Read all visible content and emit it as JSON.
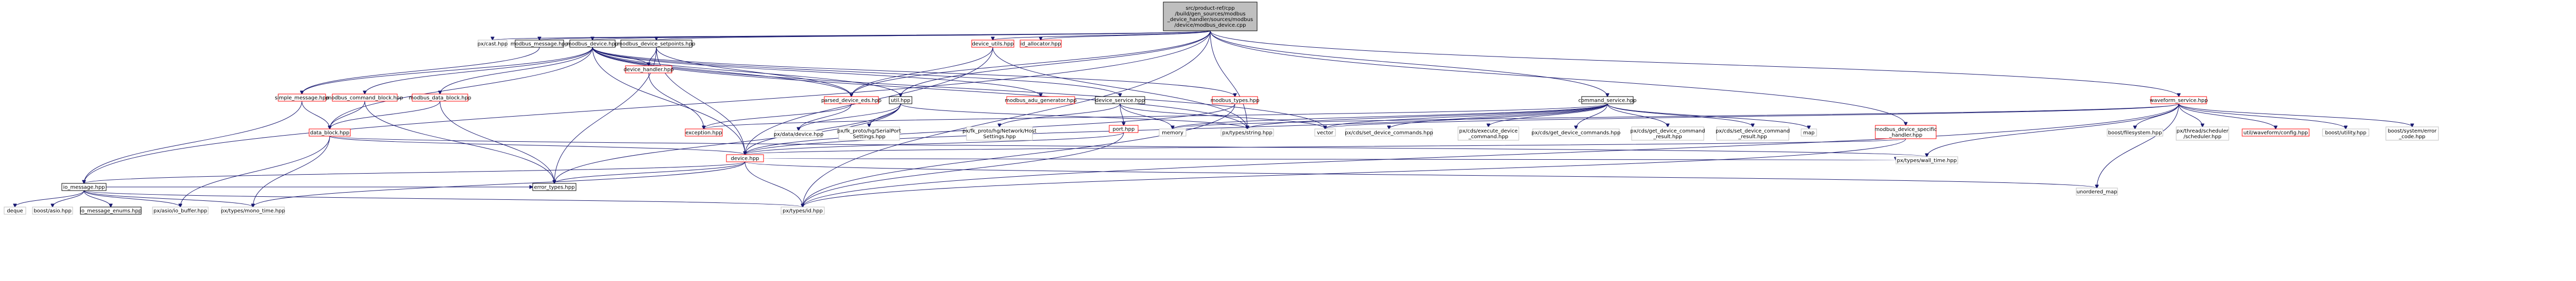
{
  "root": {
    "lines": [
      "src/product-ref/cpp",
      "/build/gen_sources/modbus",
      "_device_handler/sources/modbus",
      "/device/modbus_device.cpp"
    ]
  },
  "nodes": [
    {
      "id": "pxcast",
      "label": "px/cast.hpp",
      "kind": "plain"
    },
    {
      "id": "modbus_message",
      "label": "modbus_message.hpp",
      "kind": "doc"
    },
    {
      "id": "modbus_device",
      "label": "modbus_device.hpp",
      "kind": "doc"
    },
    {
      "id": "modbus_device_setpoints",
      "label": "modbus_device_setpoints.hpp",
      "kind": "doc"
    },
    {
      "id": "device_utils",
      "label": "device_utils.hpp",
      "kind": "ext"
    },
    {
      "id": "id_allocator",
      "label": "id_allocator.hpp",
      "kind": "ext"
    },
    {
      "id": "command_service",
      "label": "command_service.hpp",
      "kind": "doc"
    },
    {
      "id": "waveform_service",
      "label": "waveform_service.hpp",
      "kind": "ext"
    },
    {
      "id": "simple_message",
      "label": "simple_message.hpp",
      "kind": "ext"
    },
    {
      "id": "modbus_command_block",
      "label": "modbus_command_block.hpp",
      "kind": "ext"
    },
    {
      "id": "modbus_data_block",
      "label": "modbus_data_block.hpp",
      "kind": "ext"
    },
    {
      "id": "device_handler",
      "label": "device_handler.hpp",
      "kind": "ext"
    },
    {
      "id": "parsed_device_eds",
      "label": "parsed_device_eds.hpp",
      "kind": "ext"
    },
    {
      "id": "util",
      "label": "util.hpp",
      "kind": "doc"
    },
    {
      "id": "modbus_adu_generator",
      "label": "modbus_adu_generator.hpp",
      "kind": "ext"
    },
    {
      "id": "device_service",
      "label": "device_service.hpp",
      "kind": "doc"
    },
    {
      "id": "modbus_types",
      "label": "modbus_types.hpp",
      "kind": "ext"
    },
    {
      "id": "data_block",
      "label": "data_block.hpp",
      "kind": "ext"
    },
    {
      "id": "exception",
      "label": "exception.hpp",
      "kind": "ext"
    },
    {
      "id": "pxdatadevice",
      "label": "px/data/device.hpp",
      "kind": "plain"
    },
    {
      "id": "pxfk_serialport",
      "label": [
        "px/fk_proto/hg/SerialPort",
        "Settings.hpp"
      ],
      "kind": "plain"
    },
    {
      "id": "pxfk_network",
      "label": [
        "px/fk_proto/hg/Network/Host",
        "Settings.hpp"
      ],
      "kind": "plain"
    },
    {
      "id": "port",
      "label": "port.hpp",
      "kind": "ext"
    },
    {
      "id": "memory",
      "label": "memory",
      "kind": "plain"
    },
    {
      "id": "pxtypesstring",
      "label": "px/types/string.hpp",
      "kind": "plain"
    },
    {
      "id": "vector",
      "label": "vector",
      "kind": "plain"
    },
    {
      "id": "pxcds_set_device",
      "label": "px/cds/set_device_commands.hpp",
      "kind": "plain"
    },
    {
      "id": "pxcds_execute",
      "label": [
        "px/cds/execute_device",
        "_command.hpp"
      ],
      "kind": "plain"
    },
    {
      "id": "pxcds_get_device",
      "label": "px/cds/get_device_commands.hpp",
      "kind": "plain"
    },
    {
      "id": "pxcds_get_command_result",
      "label": [
        "px/cds/get_device_command",
        "_result.hpp"
      ],
      "kind": "plain"
    },
    {
      "id": "pxcds_set_command_result",
      "label": [
        "px/cds/set_device_command",
        "_result.hpp"
      ],
      "kind": "plain"
    },
    {
      "id": "map",
      "label": "map",
      "kind": "plain"
    },
    {
      "id": "modbus_device_specific",
      "label": [
        "modbus_device_specific",
        "_handler.hpp"
      ],
      "kind": "ext"
    },
    {
      "id": "boostfilesystem",
      "label": "boost/filesystem.hpp",
      "kind": "plain"
    },
    {
      "id": "pxthreadscheduler",
      "label": [
        "px/thread/scheduler",
        "/scheduler.hpp"
      ],
      "kind": "plain"
    },
    {
      "id": "utilwaveform",
      "label": "util/waveform/config.hpp",
      "kind": "ext"
    },
    {
      "id": "boostutility",
      "label": "boost/utility.hpp",
      "kind": "plain"
    },
    {
      "id": "boostsystemerror",
      "label": [
        "boost/system/error",
        "_code.hpp"
      ],
      "kind": "plain"
    },
    {
      "id": "device",
      "label": "device.hpp",
      "kind": "ext"
    },
    {
      "id": "pxtypeswalltime",
      "label": "px/types/wall_time.hpp",
      "kind": "plain"
    },
    {
      "id": "io_message",
      "label": "io_message.hpp",
      "kind": "doc"
    },
    {
      "id": "error_types",
      "label": "error_types.hpp",
      "kind": "doc"
    },
    {
      "id": "unordered_map",
      "label": "unordered_map",
      "kind": "plain"
    },
    {
      "id": "deque",
      "label": "deque",
      "kind": "plain"
    },
    {
      "id": "boostasio",
      "label": "boost/asio.hpp",
      "kind": "plain"
    },
    {
      "id": "io_message_enums",
      "label": "io_message_enums.hpp",
      "kind": "doc"
    },
    {
      "id": "pxasiobuffer",
      "label": "px/asio/io_buffer.hpp",
      "kind": "plain"
    },
    {
      "id": "pxtypesmonotime",
      "label": "px/types/mono_time.hpp",
      "kind": "plain"
    },
    {
      "id": "pxtypesid",
      "label": "px/types/id.hpp",
      "kind": "plain"
    }
  ]
}
